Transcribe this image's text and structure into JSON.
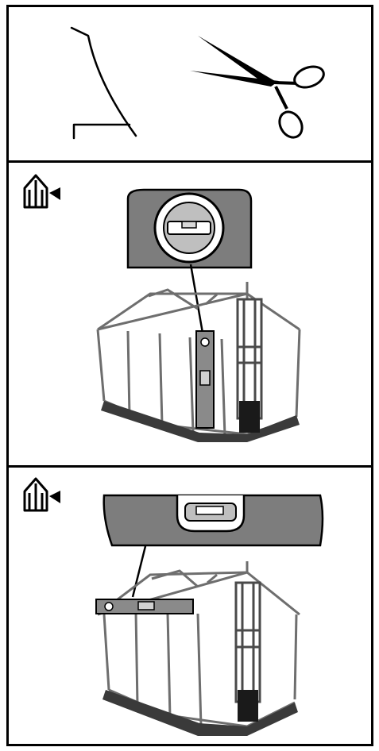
{
  "panels": [
    {
      "id": "cut-step",
      "icons": [
        "trim-profile-icon",
        "scissors-icon"
      ]
    },
    {
      "id": "level-upright-step",
      "icons": [
        "greenhouse-icon",
        "spirit-level-icon"
      ],
      "bubble": "centered"
    },
    {
      "id": "level-horizontal-step",
      "icons": [
        "greenhouse-icon",
        "spirit-level-icon"
      ],
      "bubble": "centered"
    }
  ],
  "colors": {
    "ink": "#000000",
    "paper": "#ffffff",
    "level_gray": "#7d7d7d",
    "frame_gray": "#8a8a8a",
    "base_dark": "#3a3a3a"
  }
}
